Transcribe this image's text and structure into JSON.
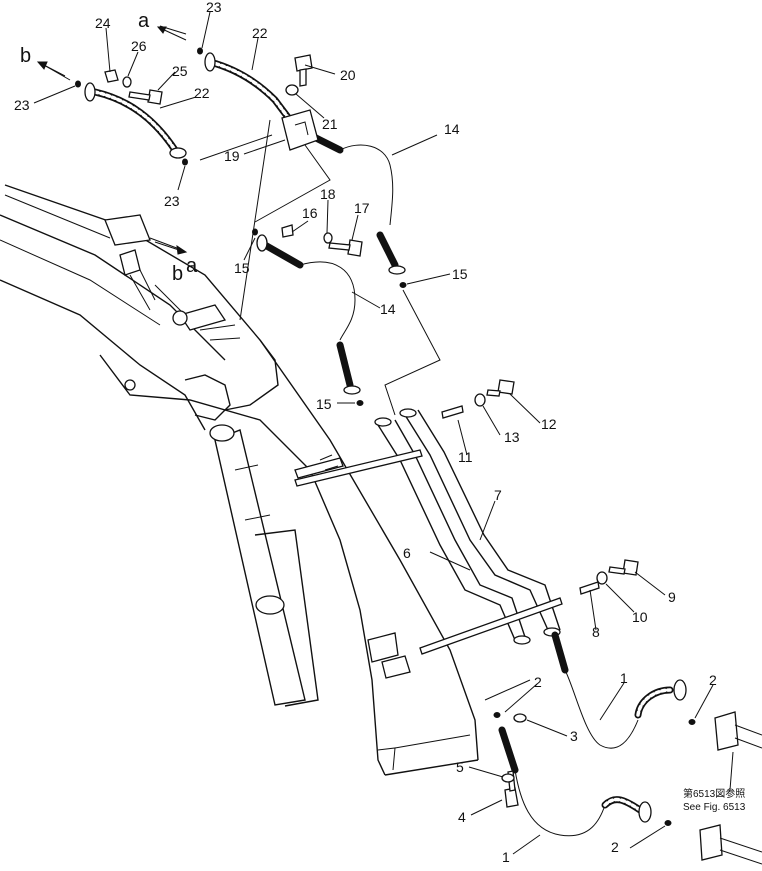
{
  "diagram": {
    "part_labels": [
      "1",
      "1",
      "2",
      "2",
      "2",
      "3",
      "4",
      "5",
      "6",
      "7",
      "8",
      "9",
      "10",
      "11",
      "12",
      "13",
      "14",
      "14",
      "15",
      "15",
      "15",
      "16",
      "17",
      "18",
      "19",
      "20",
      "21",
      "22",
      "22",
      "23",
      "23",
      "23",
      "24",
      "25",
      "26"
    ],
    "connection_letters": [
      "a",
      "a",
      "b",
      "b"
    ],
    "note_line_1": "第6513図参照",
    "note_line_2": "See Fig. 6513"
  }
}
